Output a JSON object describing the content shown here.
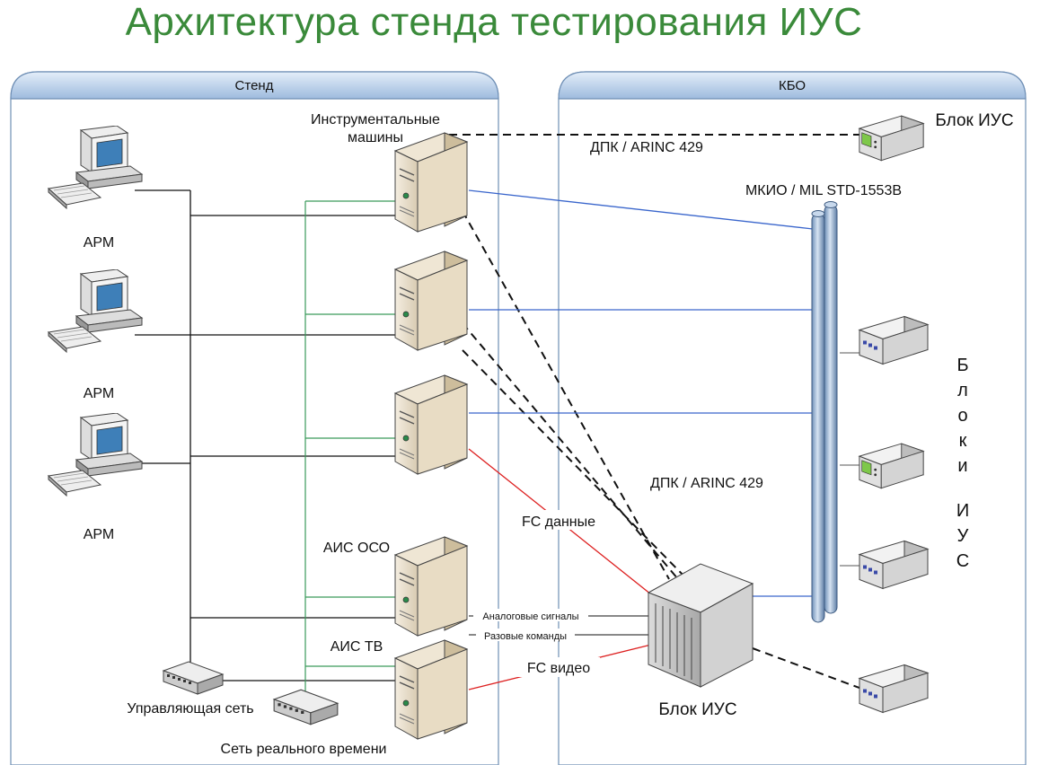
{
  "title": "Архитектура стенда тестирования ИУС",
  "panels": {
    "left": "Стенд",
    "right": "КБО"
  },
  "labels": {
    "tool_machines_line1": "Инструментальные",
    "tool_machines_line2": "машины",
    "arm1": "АРМ",
    "arm2": "АРМ",
    "arm3": "АРМ",
    "ais_oso": "АИС ОСО",
    "ais_tv": "АИС ТВ",
    "control_net": "Управляющая сеть",
    "rt_net": "Сеть реального времени",
    "dpk_top": "ДПК / ARINC 429",
    "mkio": "МКИО / MIL STD-1553B",
    "dpk_mid": "ДПК / ARINC 429",
    "fc_data": "FC данные",
    "fc_video": "FC видео",
    "analog": "Аналоговые сигналы",
    "discrete": "Разовые команды",
    "ius_unit_top": "Блок ИУС",
    "ius_unit_bottom": "Блок ИУС",
    "ius_blocks_vertical": "Блоки ИУС"
  },
  "icons": [
    "workstation-icon",
    "server-icon",
    "network-switch-icon",
    "avionics-unit-icon",
    "bus-pipe-icon",
    "rack-icon"
  ],
  "colors": {
    "title": "#3a8a3a",
    "mkio_line": "#3a66cc",
    "fc_line": "#dd1f1f",
    "rt_net_line": "#3a9a5a",
    "panel_header": "#b8d0ea"
  }
}
